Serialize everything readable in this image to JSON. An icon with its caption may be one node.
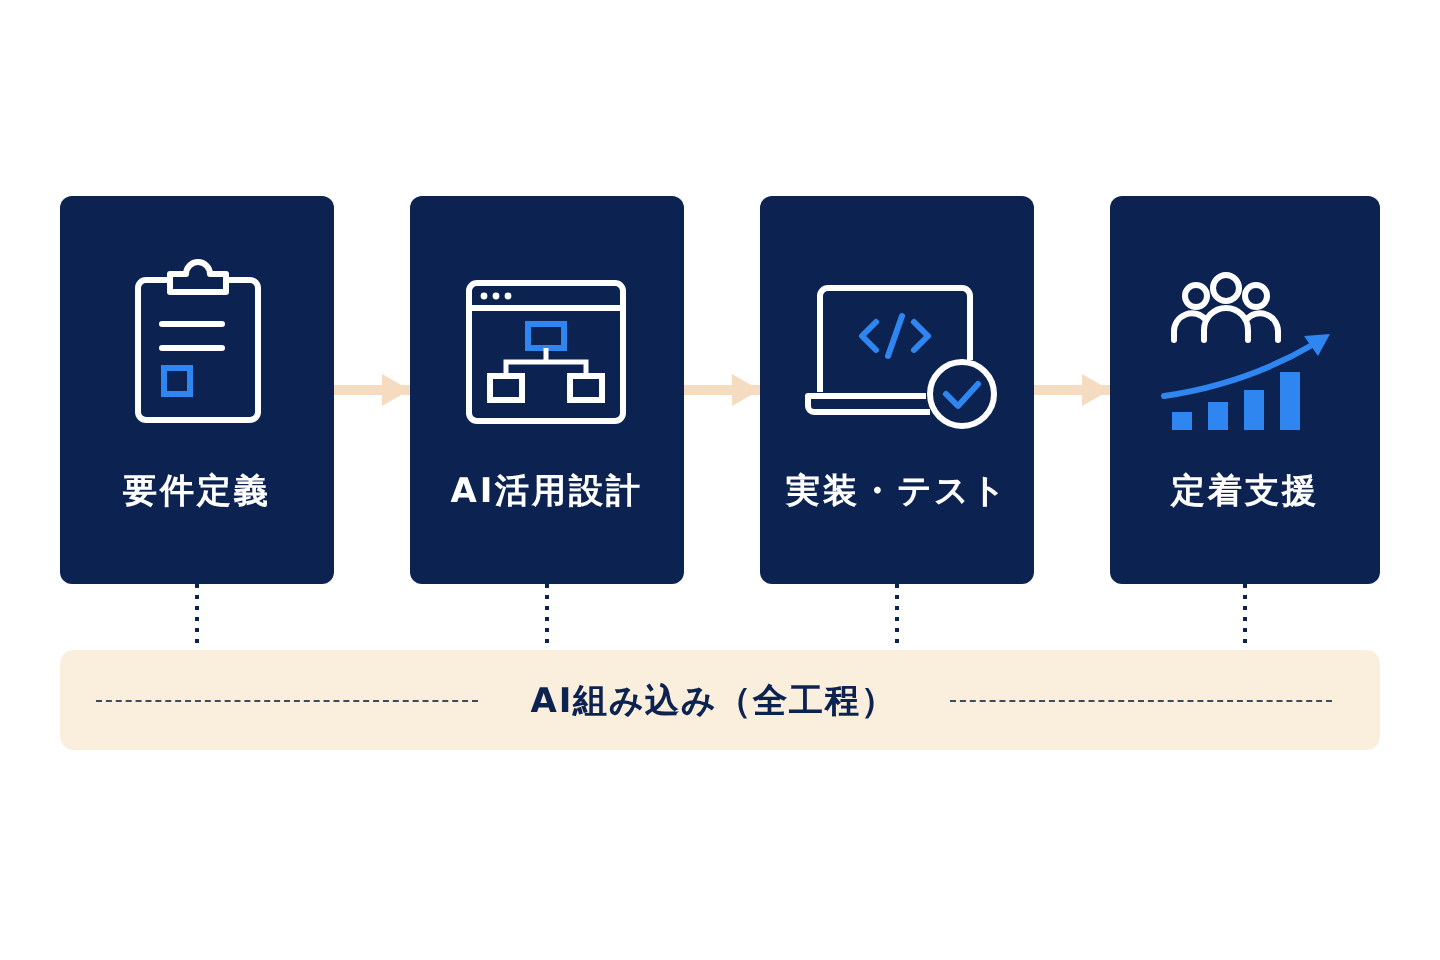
{
  "diagram": {
    "nodes": [
      {
        "text": [
          "要件定義"
        ]
      },
      {
        "text": [
          "AI活用設計"
        ]
      },
      {
        "text": [
          "実装・テスト"
        ]
      },
      {
        "text": [
          "定着支援"
        ]
      },
      {
        "text": [
          "AI組み込み（全工程）"
        ]
      }
    ],
    "edges": [
      {
        "from": 0,
        "to": 1,
        "arrow": "to",
        "style": "thick",
        "color": "#f5dcc0"
      },
      {
        "from": 1,
        "to": 2,
        "arrow": "to",
        "style": "thick",
        "color": "#f5dcc0"
      },
      {
        "from": 2,
        "to": 3,
        "arrow": "to",
        "style": "thick",
        "color": "#f5dcc0"
      },
      {
        "from": 0,
        "to": 4,
        "arrow": "none",
        "style": "dashed"
      },
      {
        "from": 1,
        "to": 4,
        "arrow": "none",
        "style": "dashed"
      },
      {
        "from": 2,
        "to": 4,
        "arrow": "none",
        "style": "dashed"
      },
      {
        "from": 3,
        "to": 4,
        "arrow": "none",
        "style": "dashed"
      }
    ]
  }
}
